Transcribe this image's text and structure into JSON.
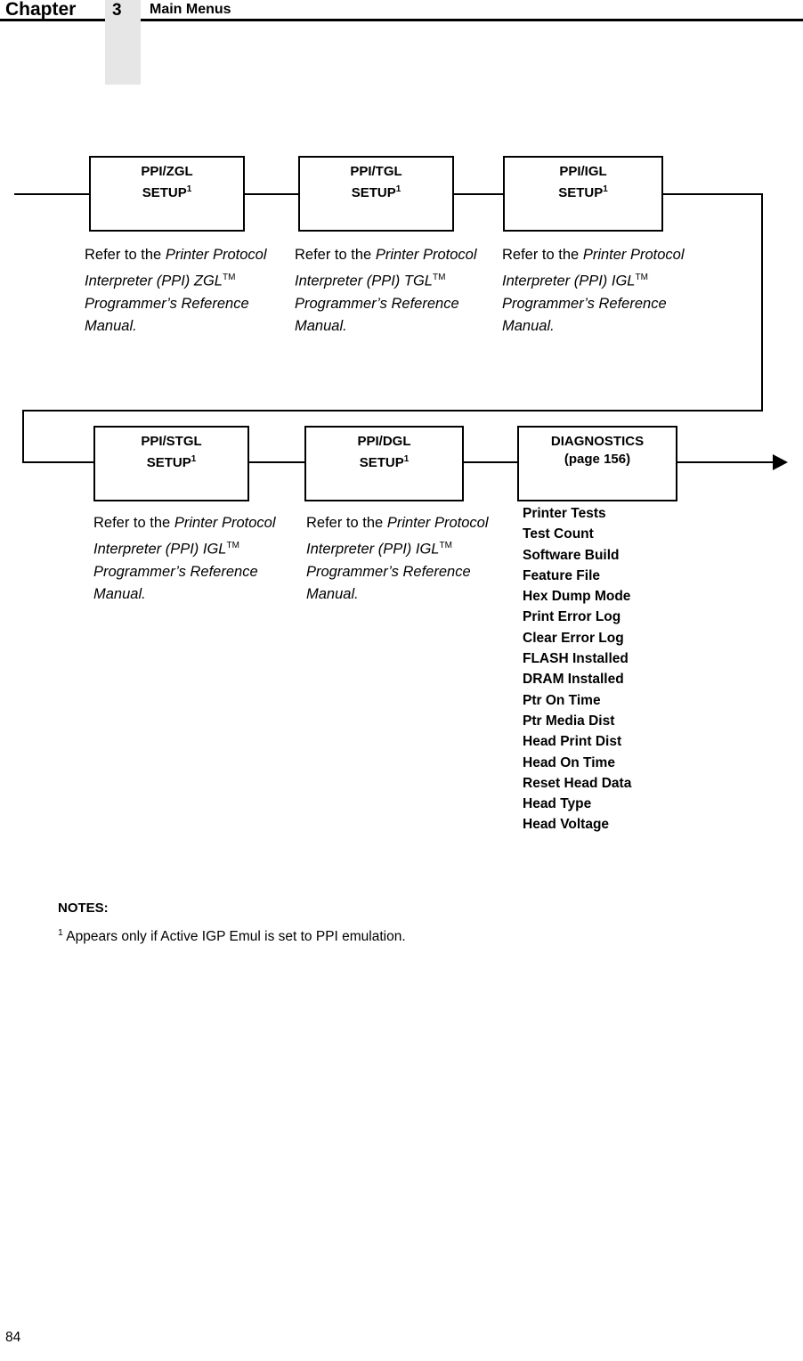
{
  "header": {
    "chapter_word": "Chapter",
    "chapter_number": "3",
    "title": "Main Menus"
  },
  "diagram": {
    "row1": [
      {
        "title_line1": "PPI/ZGL",
        "title_line2": "SETUP",
        "footnote_mark": "1",
        "description": {
          "lead": "Refer to the ",
          "italic_1": "Printer Protocol Interpreter (PPI) ZGL",
          "tm": "TM",
          "italic_2": " Programmer’s Reference Manual."
        }
      },
      {
        "title_line1": "PPI/TGL",
        "title_line2": "SETUP",
        "footnote_mark": "1",
        "description": {
          "lead": "Refer to the ",
          "italic_1": "Printer Protocol Interpreter (PPI) TGL",
          "tm": "TM",
          "italic_2": " Programmer’s Reference Manual."
        }
      },
      {
        "title_line1": "PPI/IGL",
        "title_line2": "SETUP",
        "footnote_mark": "1",
        "description": {
          "lead": "Refer to the ",
          "italic_1": "Printer Protocol Interpreter (PPI) IGL",
          "tm": "TM",
          "italic_2": " Programmer’s Reference Manual."
        }
      }
    ],
    "row2": [
      {
        "title_line1": "PPI/STGL",
        "title_line2": "SETUP",
        "footnote_mark": "1",
        "description": {
          "lead": "Refer to the ",
          "italic_1": "Printer Protocol Interpreter (PPI) IGL",
          "tm": "TM",
          "italic_2": " Programmer’s Reference Manual."
        }
      },
      {
        "title_line1": "PPI/DGL",
        "title_line2": "SETUP",
        "footnote_mark": "1",
        "description": {
          "lead": "Refer to the ",
          "italic_1": "Printer Protocol Interpreter (PPI) IGL",
          "tm": "TM",
          "italic_2": " Programmer’s Reference Manual."
        }
      },
      {
        "title_line1": "DIAGNOSTICS",
        "title_line2": "(page 156)",
        "footnote_mark": "",
        "description": null
      }
    ],
    "diagnostics_items": [
      "Printer Tests",
      "Test Count",
      "Software Build",
      "Feature File",
      "Hex Dump Mode",
      "Print Error Log",
      "Clear Error Log",
      "FLASH Installed",
      "DRAM Installed",
      "Ptr On Time",
      "Ptr Media Dist",
      "Head Print Dist",
      "Head On Time",
      "Reset Head Data",
      "Head Type",
      "Head Voltage"
    ]
  },
  "notes": {
    "heading": "NOTES:",
    "footnote_mark": "1",
    "footnote_text": " Appears only if Active IGP Emul is set to PPI emulation."
  },
  "footer": {
    "page_number": "84"
  },
  "colors": {
    "ink": "#000000",
    "tab_gray": "#e6e6e6",
    "paper": "#ffffff"
  }
}
